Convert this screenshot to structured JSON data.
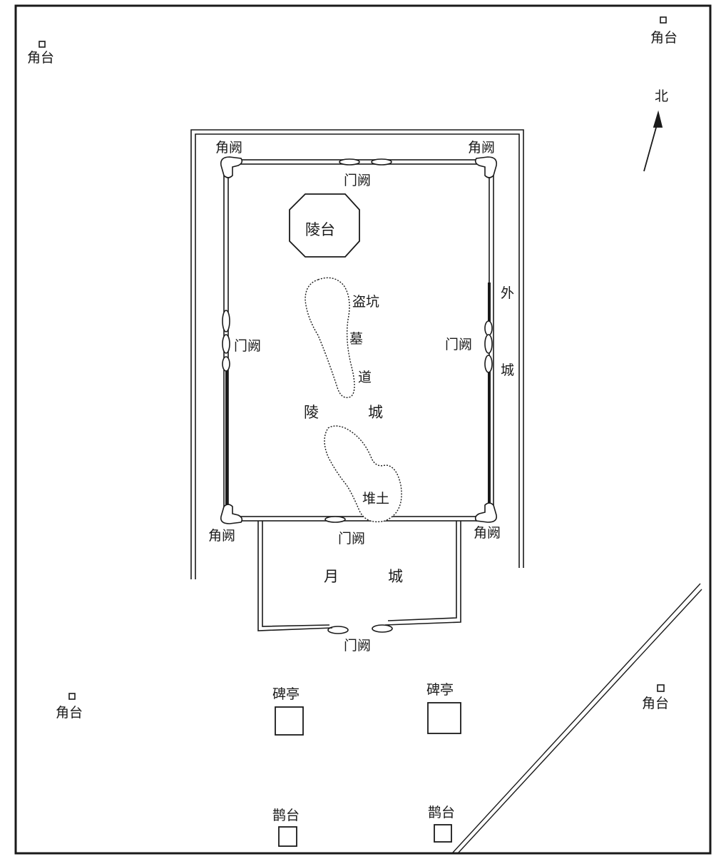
{
  "labels": {
    "corner_tower": "角台",
    "north": "北",
    "corner_que": "角阙",
    "gate_que": "门阙",
    "tomb_platform": "陵台",
    "looting_pit": "盗坑",
    "tomb_passage_1": "墓",
    "tomb_passage_2": "道",
    "inner_city_1": "陵",
    "inner_city_2": "城",
    "outer_city_1": "外",
    "outer_city_2": "城",
    "earth_mound": "堆土",
    "moon_city_1": "月",
    "moon_city_2": "城",
    "stele_pavilion": "碑亭",
    "que_platform": "鹊台"
  },
  "colors": {
    "ink": "#1a1a1a",
    "paper": "#ffffff"
  }
}
